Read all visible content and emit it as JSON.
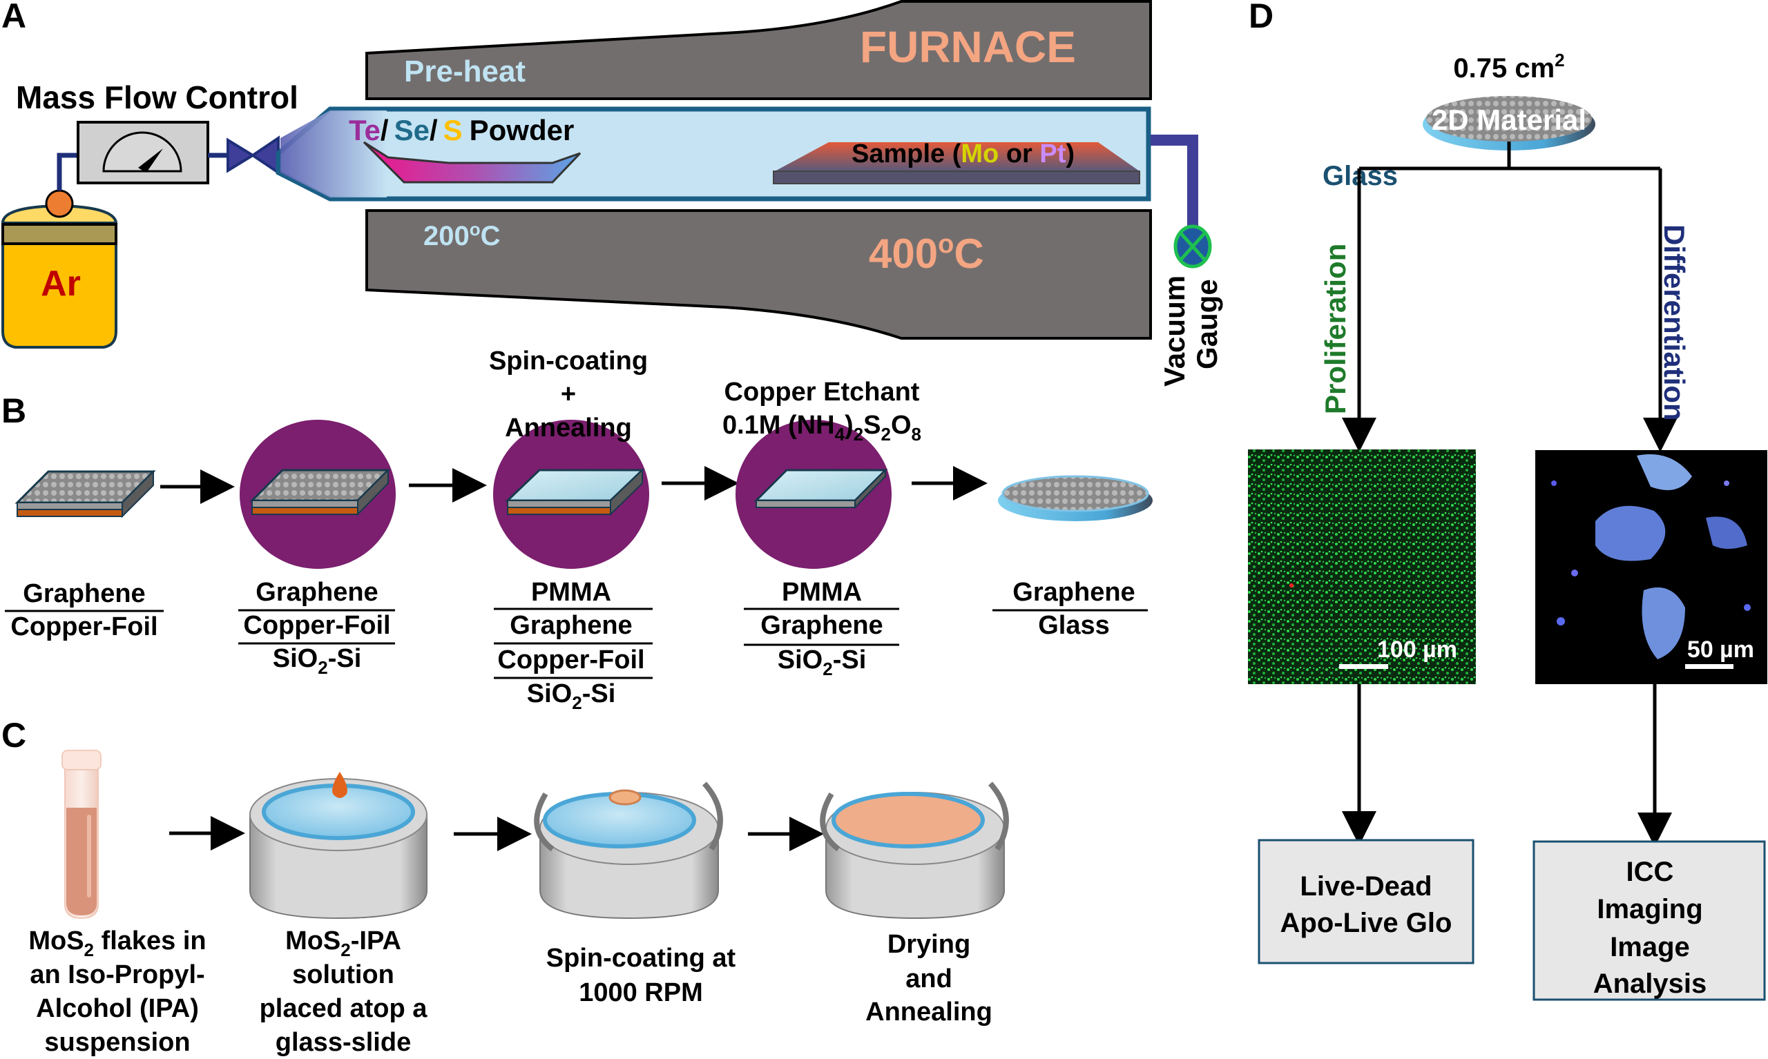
{
  "figure": {
    "panels": {
      "A": "A",
      "B": "B",
      "C": "C",
      "D": "D"
    }
  },
  "panelA": {
    "mass_flow_label": "Mass Flow Control",
    "gas_label": "Ar",
    "preheat_label": "Pre-heat",
    "furnace_label": "FURNACE",
    "preheat_temp": "200",
    "furnace_temp": "400",
    "degree_symbol": "o",
    "temp_unit": "C",
    "powder": {
      "te": "Te",
      "se": "Se",
      "s": "S",
      "sep": "/",
      "suffix": "Powder"
    },
    "sample": {
      "prefix": "Sample (",
      "mo": "Mo",
      "or": " or ",
      "pt": "Pt",
      "suffix": ")"
    },
    "vacuum_label": "Vacuum",
    "gauge_label": "Gauge",
    "colors": {
      "te": "#9b2d9b",
      "se": "#1f6a8a",
      "s": "#ffc000",
      "mo": "#d4d400",
      "pt": "#c98cff",
      "furnace_text": "#f4a582",
      "preheat_text": "#bfe3f2",
      "furnace_body": "#736e6e",
      "tube_fill": "#c5e3f3",
      "tube_border": "#1a5f86",
      "gas_text": "#c00000"
    }
  },
  "panelB": {
    "steps": [
      {
        "top_label": [],
        "layers": [
          "Graphene",
          "Copper-Foil"
        ]
      },
      {
        "top_label": [],
        "layers": [
          "Graphene",
          "Copper-Foil",
          "SiO2-Si"
        ]
      },
      {
        "top_label": [
          "Spin-coating",
          "+",
          "Annealing"
        ],
        "layers": [
          "PMMA",
          "Graphene",
          "Copper-Foil",
          "SiO2-Si"
        ]
      },
      {
        "top_label": [
          "Copper Etchant",
          "0.1M (NH4)2S2O8"
        ],
        "layers": [
          "PMMA",
          "Graphene",
          "SiO2-Si"
        ]
      },
      {
        "top_label": [],
        "layers": [
          "Graphene",
          "Glass"
        ]
      }
    ],
    "text": {
      "s1_l1": "Graphene",
      "s1_l2": "Copper-Foil",
      "s2_l1": "Graphene",
      "s2_l2": "Copper-Foil",
      "s2_l3a": "SiO",
      "s2_l3b": "2",
      "s2_l3c": "-Si",
      "s3_t1": "Spin-coating",
      "s3_t2": "+",
      "s3_t3": "Annealing",
      "s3_l1": "PMMA",
      "s3_l2": "Graphene",
      "s3_l3": "Copper-Foil",
      "s3_l4a": "SiO",
      "s3_l4b": "2",
      "s3_l4c": "-Si",
      "s4_t1": "Copper Etchant",
      "s4_t2a": "0.1M (NH",
      "s4_t2b": "4",
      "s4_t2c": ")",
      "s4_t2d": "2",
      "s4_t2e": "S",
      "s4_t2f": "2",
      "s4_t2g": "O",
      "s4_t2h": "8",
      "s4_l1": "PMMA",
      "s4_l2": "Graphene",
      "s4_l3a": "SiO",
      "s4_l3b": "2",
      "s4_l3c": "-Si",
      "s5_l1": "Graphene",
      "s5_l2": "Glass"
    },
    "colors": {
      "circle": "#7b1f6e",
      "copper": "#c55a11"
    }
  },
  "panelC": {
    "step1": {
      "l1a": "MoS",
      "l1b": "2",
      "l1c": " flakes in",
      "l2": "an Iso-Propyl-",
      "l3": "Alcohol (IPA)",
      "l4": "suspension"
    },
    "step2": {
      "l1a": "MoS",
      "l1b": "2",
      "l1c": "-IPA",
      "l2": "solution",
      "l3": "placed atop a",
      "l4": "glass-slide"
    },
    "step3": {
      "l1": "Spin-coating at",
      "l2": "1000 RPM"
    },
    "step4": {
      "l1": "Drying",
      "l2": "and",
      "l3": "Annealing"
    }
  },
  "panelD": {
    "area_value": "0.75 cm",
    "area_exp": "2",
    "disc_label": "2D Material",
    "substrate_label": "Glass",
    "left_branch": "Proliferation",
    "right_branch": "Differentiation",
    "left_scale": "100 µm",
    "right_scale": "50 µm",
    "left_box": [
      "Live-Dead",
      "Apo-Live Glo"
    ],
    "right_box": [
      "ICC",
      "Imaging",
      "Image",
      "Analysis"
    ],
    "colors": {
      "left_branch": "#1e7a2a",
      "right_branch": "#1f2f7a",
      "glass": "#1a5070"
    }
  }
}
